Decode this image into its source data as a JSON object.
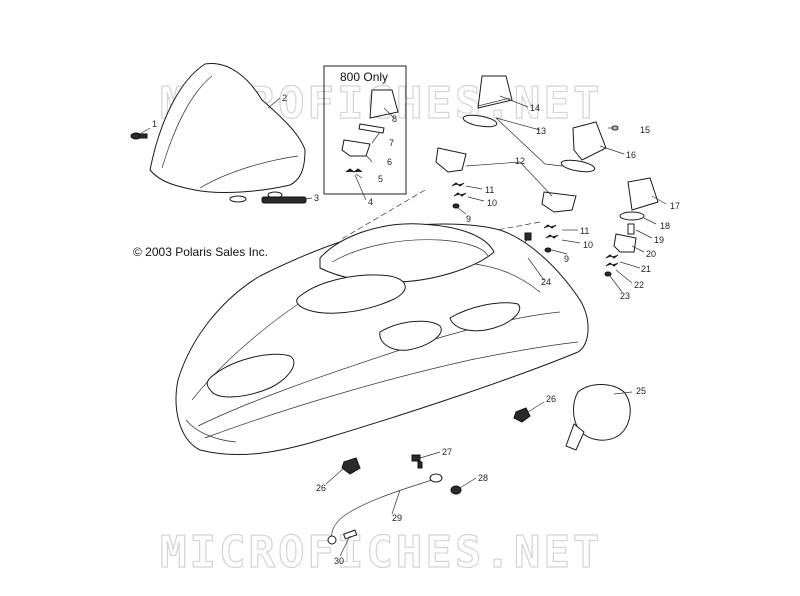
{
  "watermark": "MICROFICHES.NET",
  "copyright": "© 2003 Polaris Sales Inc.",
  "inset_box": {
    "title": "800 Only"
  },
  "callouts": [
    "1",
    "2",
    "3",
    "4",
    "5",
    "6",
    "7",
    "8",
    "13",
    "14",
    "15",
    "16",
    "12",
    "11",
    "10",
    "9",
    "11",
    "10",
    "9",
    "17",
    "18",
    "19",
    "20",
    "21",
    "22",
    "23",
    "24",
    "25",
    "26",
    "26",
    "27",
    "28",
    "29",
    "30"
  ]
}
